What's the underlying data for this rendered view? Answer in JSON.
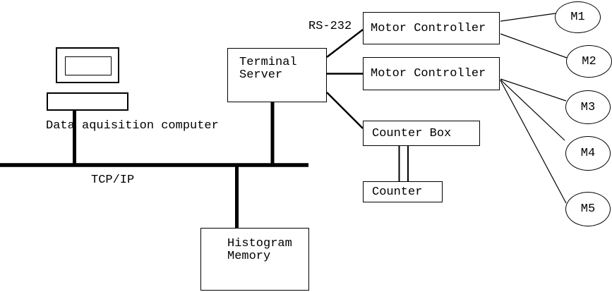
{
  "nodes": {
    "computer": {
      "caption": "Data aquisition computer"
    },
    "terminal_server": {
      "line1": "Terminal",
      "line2": "Server"
    },
    "motor_controller_1": {
      "label": "Motor Controller"
    },
    "motor_controller_2": {
      "label": "Motor Controller"
    },
    "counter_box": {
      "label": "Counter Box"
    },
    "counter": {
      "label": "Counter"
    },
    "histogram_memory": {
      "line1": "Histogram",
      "line2": "Memory"
    },
    "motors": [
      {
        "label": "M1"
      },
      {
        "label": "M2"
      },
      {
        "label": "M3"
      },
      {
        "label": "M4"
      },
      {
        "label": "M5"
      }
    ]
  },
  "connections": {
    "bus_label": "TCP/IP",
    "serial_label": "RS-232"
  },
  "colors": {
    "background": "#ffffff",
    "line": "#000000",
    "text": "#000000"
  }
}
